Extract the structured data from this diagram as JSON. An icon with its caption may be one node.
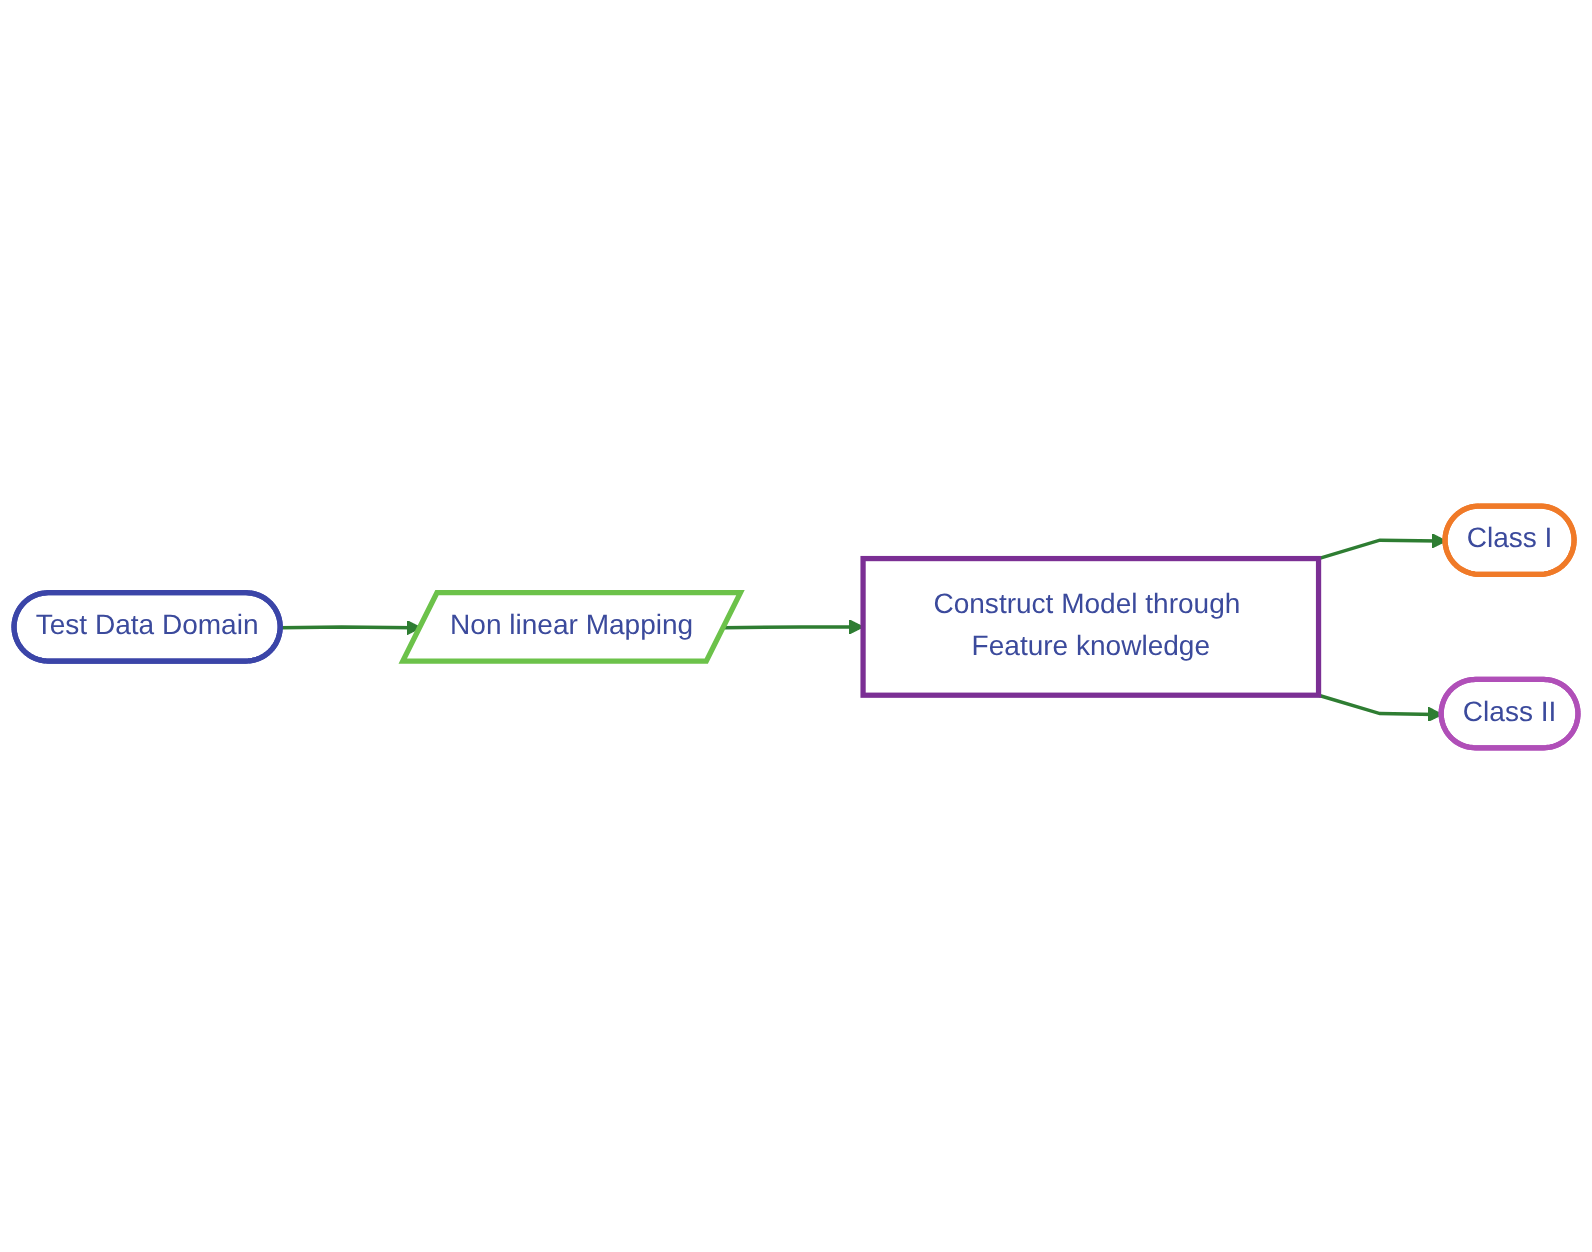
{
  "diagram": {
    "nodes": [
      {
        "text": [
          "Construct Model through Feature knowledge"
        ]
      },
      {
        "text": [
          "Class I"
        ]
      },
      {
        "text": [
          "Class II"
        ]
      },
      {
        "text": [
          "Non linear Mapping"
        ]
      },
      {
        "text": [
          "Test Data Domain"
        ]
      }
    ],
    "edges": [
      {
        "from": 4,
        "to": 3,
        "arrow": "to"
      },
      {
        "from": 3,
        "to": 0,
        "arrow": "to"
      },
      {
        "from": 0,
        "to": 1,
        "arrow": "to"
      },
      {
        "from": 0,
        "to": 2,
        "arrow": "to"
      }
    ]
  }
}
